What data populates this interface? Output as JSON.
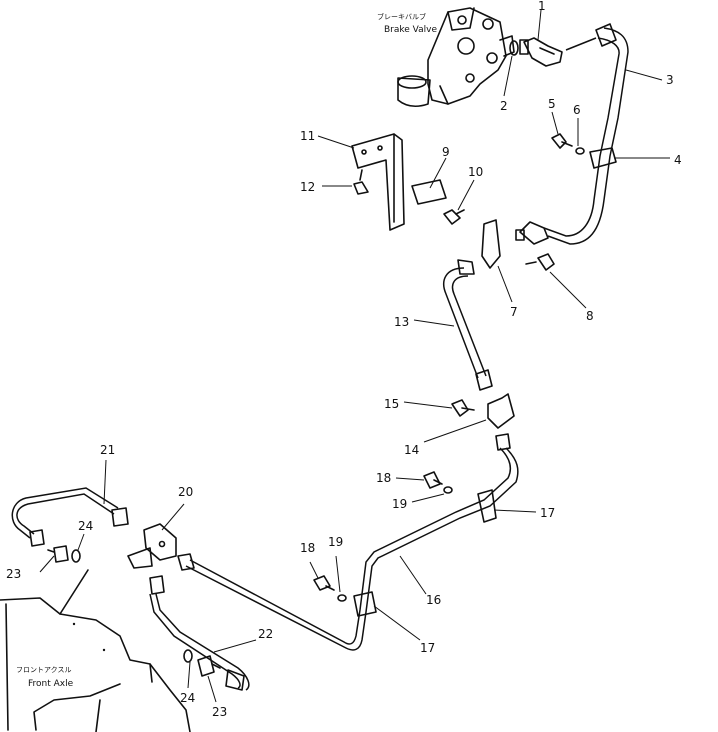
{
  "labels": {
    "brake_valve_jp": "ブレーキバルブ",
    "brake_valve_en": "Brake Valve",
    "front_axle_jp": "フロントアクスル",
    "front_axle_en": "Front Axle"
  },
  "callouts": {
    "c1": "1",
    "c2": "2",
    "c3": "3",
    "c4": "4",
    "c5": "5",
    "c6": "6",
    "c7": "7",
    "c8": "8",
    "c9": "9",
    "c10": "10",
    "c11": "11",
    "c12": "12",
    "c13": "13",
    "c14": "14",
    "c15": "15",
    "c16": "16",
    "c17a": "17",
    "c17b": "17",
    "c18a": "18",
    "c18b": "18",
    "c19a": "19",
    "c19b": "19",
    "c20": "20",
    "c21": "21",
    "c22": "22",
    "c23a": "23",
    "c23b": "23",
    "c24a": "24",
    "c24b": "24"
  }
}
